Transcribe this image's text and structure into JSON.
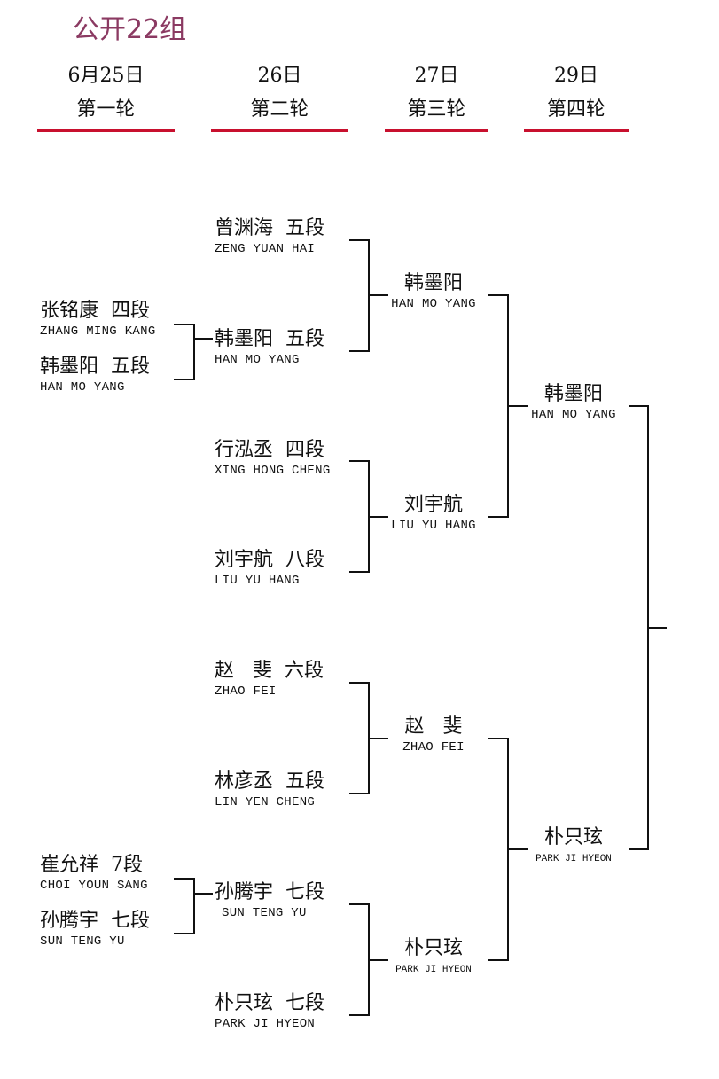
{
  "title": "公开22组",
  "rounds": [
    {
      "date": "6月25日",
      "name": "第一轮"
    },
    {
      "date": "26日",
      "name": "第二轮"
    },
    {
      "date": "27日",
      "name": "第三轮"
    },
    {
      "date": "29日",
      "name": "第四轮"
    }
  ],
  "round1": [
    {
      "cn": "张铭康  四段",
      "en": "ZHANG MING KANG"
    },
    {
      "cn": "韩墨阳  五段",
      "en": "HAN MO YANG"
    },
    {
      "cn": "崔允祥  7段",
      "en": "CHOI YOUN SANG"
    },
    {
      "cn": "孙腾宇  七段",
      "en": "SUN TENG YU"
    }
  ],
  "round2": [
    {
      "cn": "曾渊海  五段",
      "en": "ZENG YUAN HAI"
    },
    {
      "cn": "韩墨阳  五段",
      "en": "HAN MO YANG"
    },
    {
      "cn": "行泓丞  四段",
      "en": "XING HONG CHENG"
    },
    {
      "cn": "刘宇航  八段",
      "en": "LIU YU HANG"
    },
    {
      "cn": "赵   斐  六段",
      "en": "ZHAO FEI"
    },
    {
      "cn": "林彦丞  五段",
      "en": "LIN YEN CHENG"
    },
    {
      "cn": "孙腾宇  七段",
      "en": "SUN TENG YU"
    },
    {
      "cn": "朴只玹  七段",
      "en": "PARK JI HYEON"
    }
  ],
  "round3": [
    {
      "cn": "韩墨阳",
      "en": "HAN MO YANG"
    },
    {
      "cn": "刘宇航",
      "en": "LIU YU HANG"
    },
    {
      "cn": "赵   斐",
      "en": "ZHAO FEI"
    },
    {
      "cn": "朴只玹",
      "en": "PARK JI HYEON"
    }
  ],
  "round4": [
    {
      "cn": "韩墨阳",
      "en": "HAN MO YANG"
    },
    {
      "cn": "朴只玹",
      "en": "PARK JI HYEON"
    }
  ],
  "colors": {
    "accent": "#c8102e",
    "title": "#8b3a62"
  }
}
